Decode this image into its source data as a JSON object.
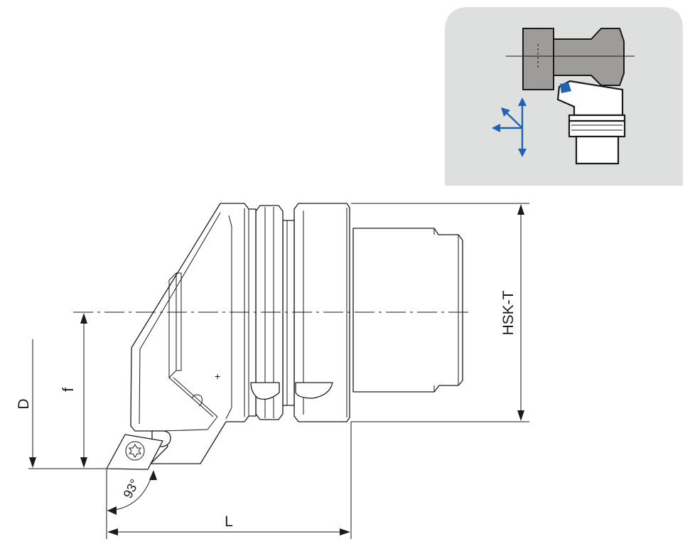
{
  "dimensions": {
    "hsk": "HSK-T",
    "d": "D",
    "f": "f",
    "l": "L",
    "angle": "93°"
  },
  "inset": {
    "background_color": "#dedfdf",
    "part_color": "#9d9c9a",
    "arrow_color": "#1e64b4",
    "icon": "turning-operation-icon"
  }
}
